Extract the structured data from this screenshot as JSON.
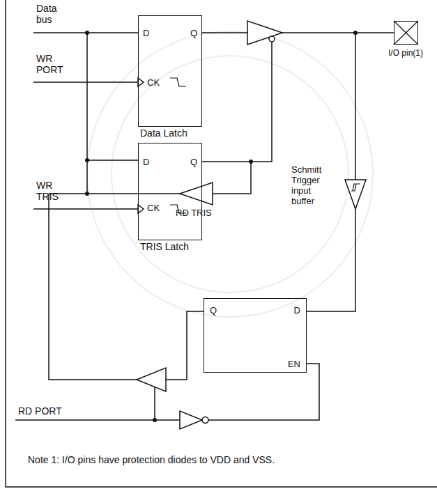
{
  "diagram": {
    "nodes": [
      {
        "text": [
          "D",
          "Q",
          "CK",
          "Data Latch"
        ]
      },
      {
        "text": [
          "D",
          "Q",
          "CK",
          "TRIS Latch"
        ]
      },
      {
        "text": [
          "Q",
          "D",
          "EN"
        ]
      },
      {
        "text": [
          "I/O pin(1)"
        ]
      }
    ],
    "labels": [
      "Data bus",
      "WR PORT",
      "WR TRIS",
      "RD TRIS",
      "Schmitt Trigger input buffer",
      "RD PORT",
      "Note 1: I/O pins have protection diodes to VDD and VSS."
    ]
  }
}
